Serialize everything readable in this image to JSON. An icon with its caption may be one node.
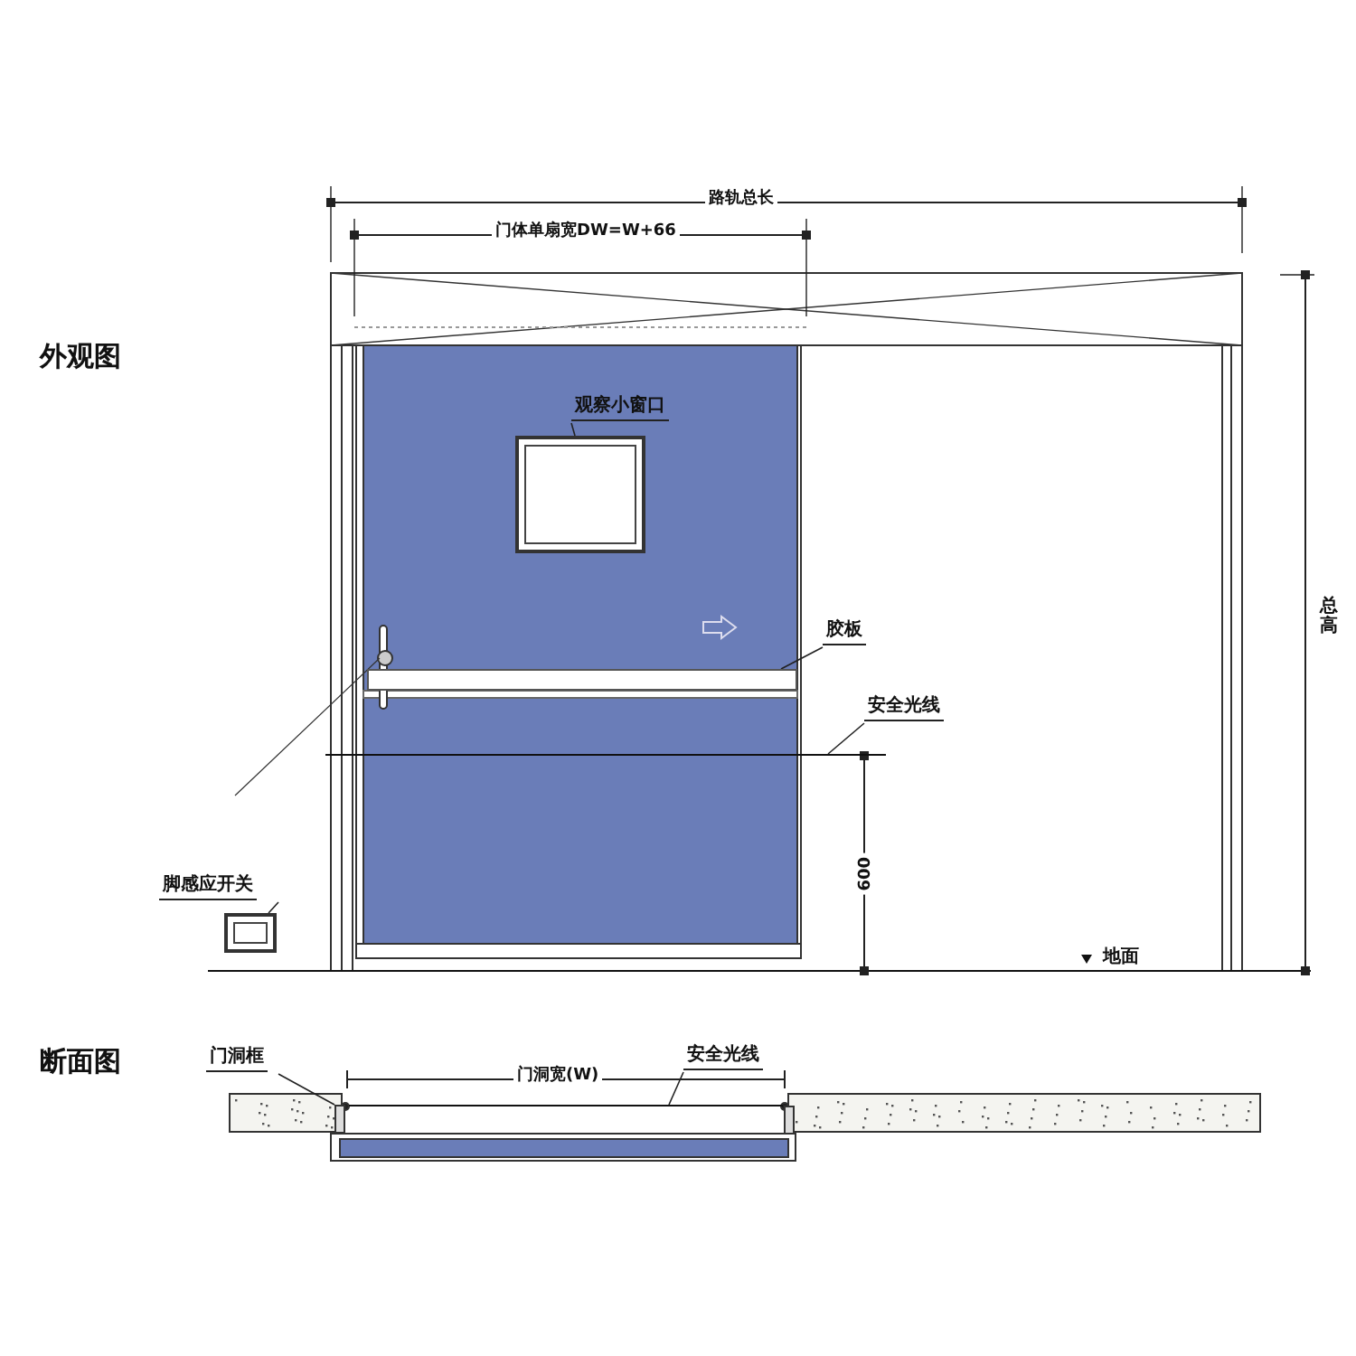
{
  "diagram": {
    "nodes": [
      {
        "text": [
          "观察小窗口"
        ]
      },
      {
        "text": [],
        "shape": "box"
      },
      {
        "text": [
          "胶板"
        ]
      },
      {
        "text": [],
        "shape": "bar"
      },
      {
        "text": [
          "安全光线"
        ]
      },
      {
        "text": [
          "脚感应开关"
        ]
      },
      {
        "text": [],
        "shape": "box"
      },
      {
        "text": [
          "门洞框"
        ]
      },
      {
        "text": [
          "安全光线"
        ]
      },
      {
        "text": [],
        "shape": "box"
      },
      {
        "text": [],
        "shape": "bar"
      },
      {
        "text": [],
        "shape": "bar"
      }
    ],
    "edges": [
      {
        "from": 0,
        "to": 1,
        "arrow": "none"
      },
      {
        "from": 2,
        "to": 3,
        "arrow": "none"
      },
      {
        "from": 4,
        "to": 10,
        "arrow": "none"
      },
      {
        "from": 5,
        "to": 6,
        "arrow": "none"
      },
      {
        "from": 7,
        "to": 9,
        "arrow": "none"
      },
      {
        "from": 8,
        "to": 11,
        "arrow": "none"
      }
    ],
    "labels": [
      "路轨总长",
      "门体单扇宽DW=W+66",
      "外观图",
      "总高",
      "600",
      "地面",
      "断面图",
      "门洞宽(W)"
    ]
  }
}
